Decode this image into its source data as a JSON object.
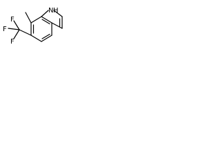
{
  "structure": {
    "atoms": {
      "N1": {
        "element": "N",
        "hydrogen": "H"
      },
      "F_a": "F",
      "F_b": "F",
      "F_c": "F"
    },
    "colors": {
      "bond": "#000000",
      "label": "#000000",
      "background": "#ffffff"
    }
  }
}
